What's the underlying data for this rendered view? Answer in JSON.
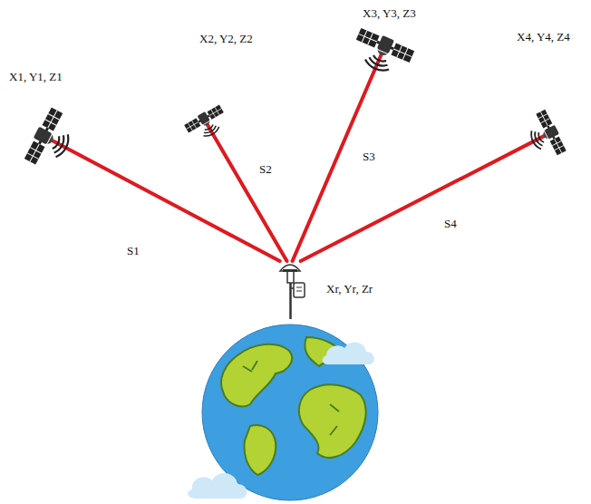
{
  "diagram": {
    "nodes": [
      {
        "text": [
          "X1, Y1, Z1"
        ]
      },
      {
        "text": [
          "X2, Y2, Z2"
        ]
      },
      {
        "text": [
          "X3, Y3, Z3"
        ]
      },
      {
        "text": [
          "X4, Y4, Z4"
        ]
      },
      {
        "text": [
          "Xr, Yr, Zr"
        ]
      }
    ],
    "edges": [
      {
        "from": 0,
        "to": 4,
        "arrow": "none",
        "label": "S1"
      },
      {
        "from": 1,
        "to": 4,
        "arrow": "none",
        "label": "S2"
      },
      {
        "from": 2,
        "to": 4,
        "arrow": "none",
        "label": "S3"
      },
      {
        "from": 3,
        "to": 4,
        "arrow": "none",
        "label": "S4"
      }
    ]
  }
}
